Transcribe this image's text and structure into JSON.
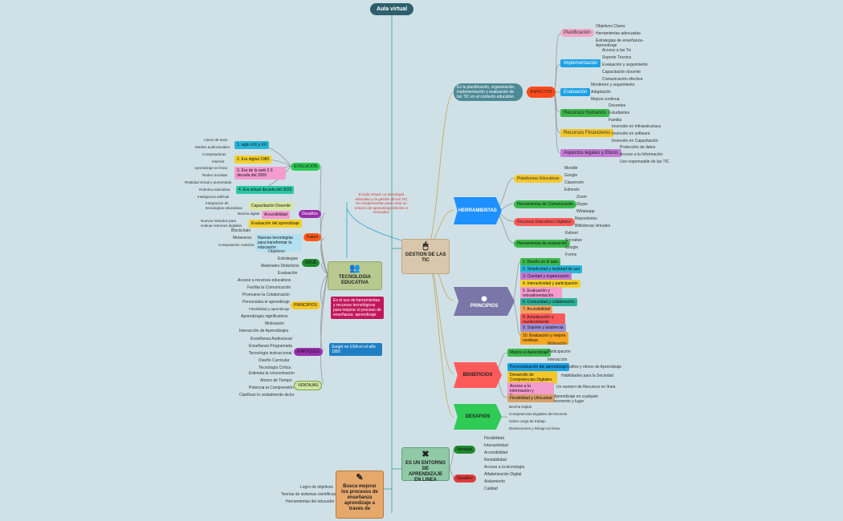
{
  "title": "Aula virtual",
  "center": {
    "gestion": "GESTION DE LAS TIC",
    "gestion_note": "El aula virtual: La tecnología educativa y la gestión de las TIC se complementan para crear un entorno de aprendizaje efectivo e innovador.",
    "tecnologia": "TECNOLOGIA EDUCATIVA",
    "entorno": "ES UN ENTORNO DE APRENDIZAJE EN LINEA",
    "busca": "Busca mejorar los procesos de enseñanza aprendizaje a traves de"
  },
  "aspectos": {
    "header": "Es la planificación, organización, implementación y evaluación de las TIC en el contexto educativo",
    "label": "ASPECTOS",
    "groups": [
      {
        "name": "Planificación",
        "items": [
          "Objetivos Claros",
          "Herramientas adecuadas",
          "Estrategias de enseñanza-Aprendizaje"
        ]
      },
      {
        "name": "Implementación",
        "items": [
          "Acceso a las Tic",
          "Soporte Técnico",
          "Evaluación y seguimiento",
          "Capacitación docente",
          "Comunicación efectiva"
        ]
      },
      {
        "name": "Evaluación",
        "items": [
          "Monitoreo y seguimiento",
          "Adaptación",
          "Mejora continua"
        ]
      },
      {
        "name": "Recursos Humanos",
        "items": [
          "Docentes",
          "Estudiantes",
          "Familia"
        ]
      },
      {
        "name": "Recursos Financieros",
        "items": [
          "Inversión en Infraestructura",
          "Inversión en software",
          "Inversión en Capacitación"
        ]
      },
      {
        "name": "Aspectos legales y Eticos",
        "items": [
          "Protección de datos",
          "Acceso a la Información",
          "Uso responsable de las TIC"
        ]
      }
    ]
  },
  "herramientas": {
    "label": "HERRAMIENTAS",
    "groups": [
      {
        "name": "Plataformas Educativas",
        "items": [
          "Moodle",
          "Google",
          "Classroom",
          "Edmodo"
        ]
      },
      {
        "name": "Herramientas de Comunicación",
        "items": [
          "Zoom",
          "Skype",
          "Whatsapp"
        ]
      },
      {
        "name": "Recursos Educativos Digitales",
        "items": [
          "Repositorios",
          "Bibliotecas virtuales"
        ]
      },
      {
        "name": "Herramientas de evaluación",
        "items": [
          "Kahoot",
          "Socrative",
          "Google",
          "Forms"
        ]
      }
    ]
  },
  "principios_right": {
    "label": "PRINCIPIOS",
    "items": [
      "1. Diseño en el aula",
      "2. Simplicidad y facilidad de uso",
      "3. Claridad y organización",
      "4. Interactividad y participación",
      "5. Evaluación y retroalimentación",
      "6. Comunidad y colaboración",
      "7. Accesibilidad",
      "8. Actualización y mantenimiento",
      "9. Soporte y asistencia",
      "10. Evaluación y mejora continua"
    ]
  },
  "beneficios": {
    "label": "BENEFICIOS",
    "groups": [
      {
        "name": "Mejora el Aprendizaje",
        "items": [
          "Motivación",
          "Participación",
          "Interacción"
        ]
      },
      {
        "name": "Personalización del aprendizaje",
        "items": [
          "Estilos y ritmos de Aprendizaje"
        ]
      },
      {
        "name": "Desarrollo de Competencias Digitales",
        "items": [
          "Habilidades para la Sociedad"
        ]
      },
      {
        "name": "Acceso a la información y Recursos",
        "items": [
          "Un numero de Recursos en línea"
        ]
      },
      {
        "name": "Flexibilidad y Ubicuidad",
        "items": [
          "Aprendizaje en cualquier momento y lugar"
        ]
      }
    ]
  },
  "desafios": {
    "label": "DESAFIOS",
    "items": [
      "Brecha Digital",
      "Competencias Digitales del Docente",
      "Sobre carga de trabajo",
      "Distracciones y Riesgo en línea"
    ]
  },
  "entorno_branches": {
    "ventajas_label": "Ventajas",
    "ventajas": [
      "Flexibilidad",
      "Interactividad",
      "Accesibilidad",
      "Rentabilidad"
    ],
    "desafios_label": "Desafíos",
    "desafios": [
      "Acceso a la tecnología",
      "Alfabetización Digital",
      "Aislamiento",
      "Calidad"
    ]
  },
  "busca_items": [
    "Logro de objetivos",
    "Teorías de sistemas científicos",
    "Herramientas del educador"
  ],
  "evolucion": {
    "label": "EVOLUCIÓN",
    "stages": [
      {
        "name": "1. siglo XIX y XX",
        "items": [
          "Libros de texto",
          "Medios audiovisuales"
        ]
      },
      {
        "name": "2. Era digital 1980",
        "items": [
          "Computadoras",
          "Internet"
        ]
      },
      {
        "name": "3. Era de la web 2.0 decada del 2000",
        "items": [
          "Aprendizaje en línea",
          "Redes Sociales",
          "Realidad virtual y aumentada"
        ]
      },
      {
        "name": "4. Era actual decada del 2020",
        "items": [
          "Robotica educativa",
          "Inteligencia artificial"
        ]
      }
    ]
  },
  "desafios_left": {
    "label": "Desafíos",
    "items": [
      {
        "name": "Capacitación Docente",
        "note": "Integración de tecnologías educativas"
      },
      {
        "name": "Accesibilidad",
        "note": "Brecha digital"
      },
      {
        "name": "Evaluación del aprendizaje",
        "note": "Nuevos métodos para evaluar entornos digitales"
      }
    ]
  },
  "futuro": {
    "label": "Futuro",
    "items": [
      "Blockchain",
      "Metaverso",
      "Computación cuántica"
    ],
    "note": "Nuevas tecnologías para transformar la educación"
  },
  "rdue": {
    "label": "RDUE",
    "items": [
      "Objetivos",
      "Estrategias",
      "Materiales Didácticos",
      "Evaluación"
    ]
  },
  "principios_left": {
    "label": "PRINCIPIOS",
    "items": [
      "Acceso a recursos educativos",
      "Facilita la Comunicación",
      "Promueve la Colaboración",
      "Personaliza el aprendizaje",
      "Flexibilidad y aprendizaje",
      "Aprendizajes significativos",
      "Motivación",
      "Interacción de Aprendizajes"
    ]
  },
  "notes": {
    "estudio": "Es el uso de herramientas y recursos tecnológicos para mejorar el proceso de enseñanza- aprendizaje",
    "surgio": "Surgió en USA en el año 1950"
  },
  "enfoques": {
    "label": "ENFOQUES",
    "items": [
      "Enseñanza Audiovisual",
      "Enseñanza Programada",
      "Tecnología instruccional",
      "Diseño Curricular",
      "Tecnología Crítica"
    ]
  },
  "ventajas_left": {
    "label": "VENTAJAS",
    "items": [
      "Estimula la concentración",
      "Ahorro de Tiempo",
      "Potencia la Comprensión",
      "Clarifican lo verbalmente dicho"
    ]
  },
  "colors": {
    "title_bg": "#2c5f6b",
    "aspectos_red": "#ff4a1a",
    "herramientas_blue": "#1e90ff",
    "principios_purple": "#7a76a8",
    "beneficios_red": "#ff5a5a",
    "desafios_green": "#2ecc55"
  },
  "icons": [
    "mouse-icon",
    "chip-icon",
    "book-icon",
    "pencil-icon"
  ]
}
